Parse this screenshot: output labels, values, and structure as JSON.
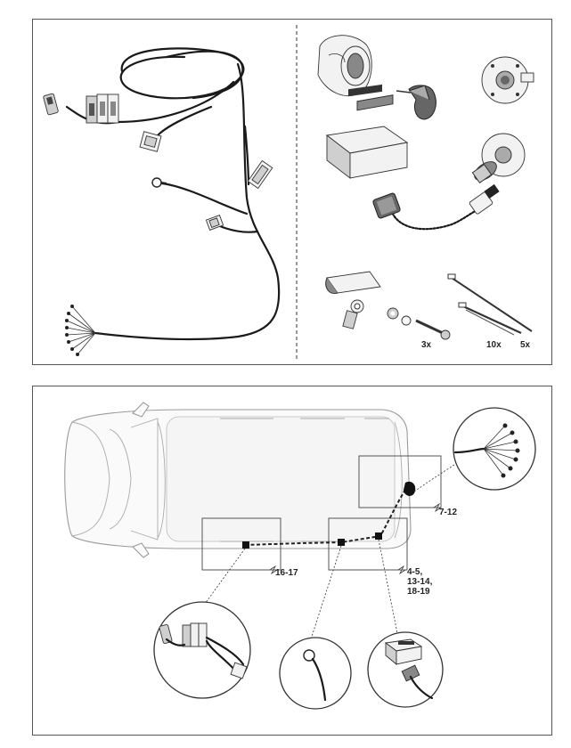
{
  "top_panel": {
    "qty_labels": [
      "3x",
      "10x",
      "5x"
    ]
  },
  "bottom_panel": {
    "callouts": [
      "7-12",
      "16-17",
      "4-5,",
      "13-14,",
      "18-19"
    ]
  }
}
